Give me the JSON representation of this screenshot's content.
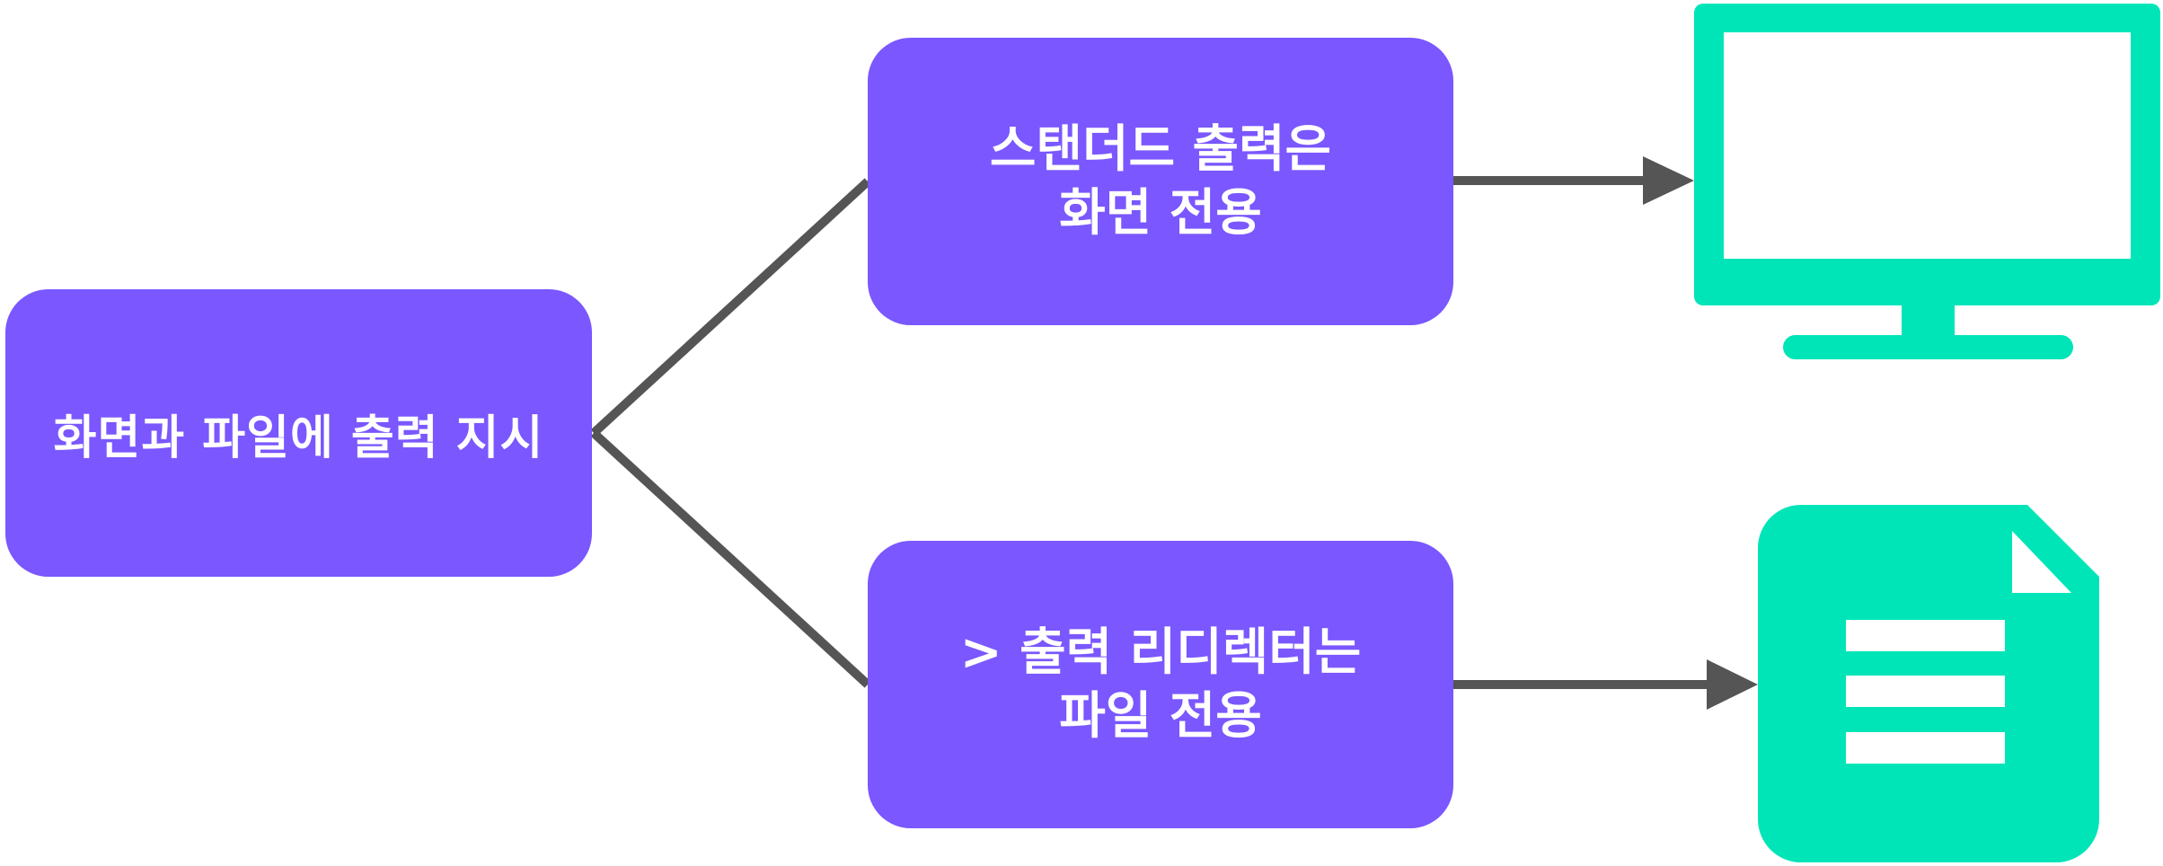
{
  "diagram": {
    "source_box": {
      "label": "화면과 파일에 출력 지시"
    },
    "top_branch": {
      "label": "스탠더드 출력은\n화면 전용",
      "target_icon": "monitor-icon"
    },
    "bottom_branch": {
      "label": "> 출력 리디렉터는\n파일 전용",
      "target_icon": "document-icon"
    }
  },
  "colors": {
    "box_fill": "#7a57ff",
    "icon_fill": "#00e5b8",
    "connector": "#555555",
    "text": "#ffffff",
    "background": "#ffffff"
  }
}
